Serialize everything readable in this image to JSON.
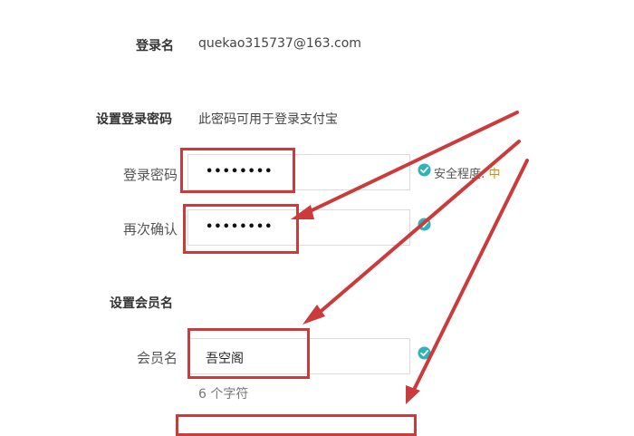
{
  "account": {
    "login_name_label": "登录名",
    "login_name_value": "quekao315737@163.com"
  },
  "password_section": {
    "title": "设置登录密码",
    "description": "此密码可用于登录支付宝",
    "password_label": "登录密码",
    "password_value": "••••••••",
    "confirm_label": "再次确认",
    "confirm_value": "••••••••",
    "strength_label": "安全程度:",
    "strength_level": "中"
  },
  "member_section": {
    "title": "设置会员名",
    "member_name_label": "会员名",
    "member_name_value": "吾空阁",
    "char_count": "6 个字符"
  },
  "icons": {
    "valid": "check-circle-icon"
  },
  "colors": {
    "highlight": "#cc3b3b",
    "check": "#2fb3b8",
    "strength": "#d98c00"
  }
}
